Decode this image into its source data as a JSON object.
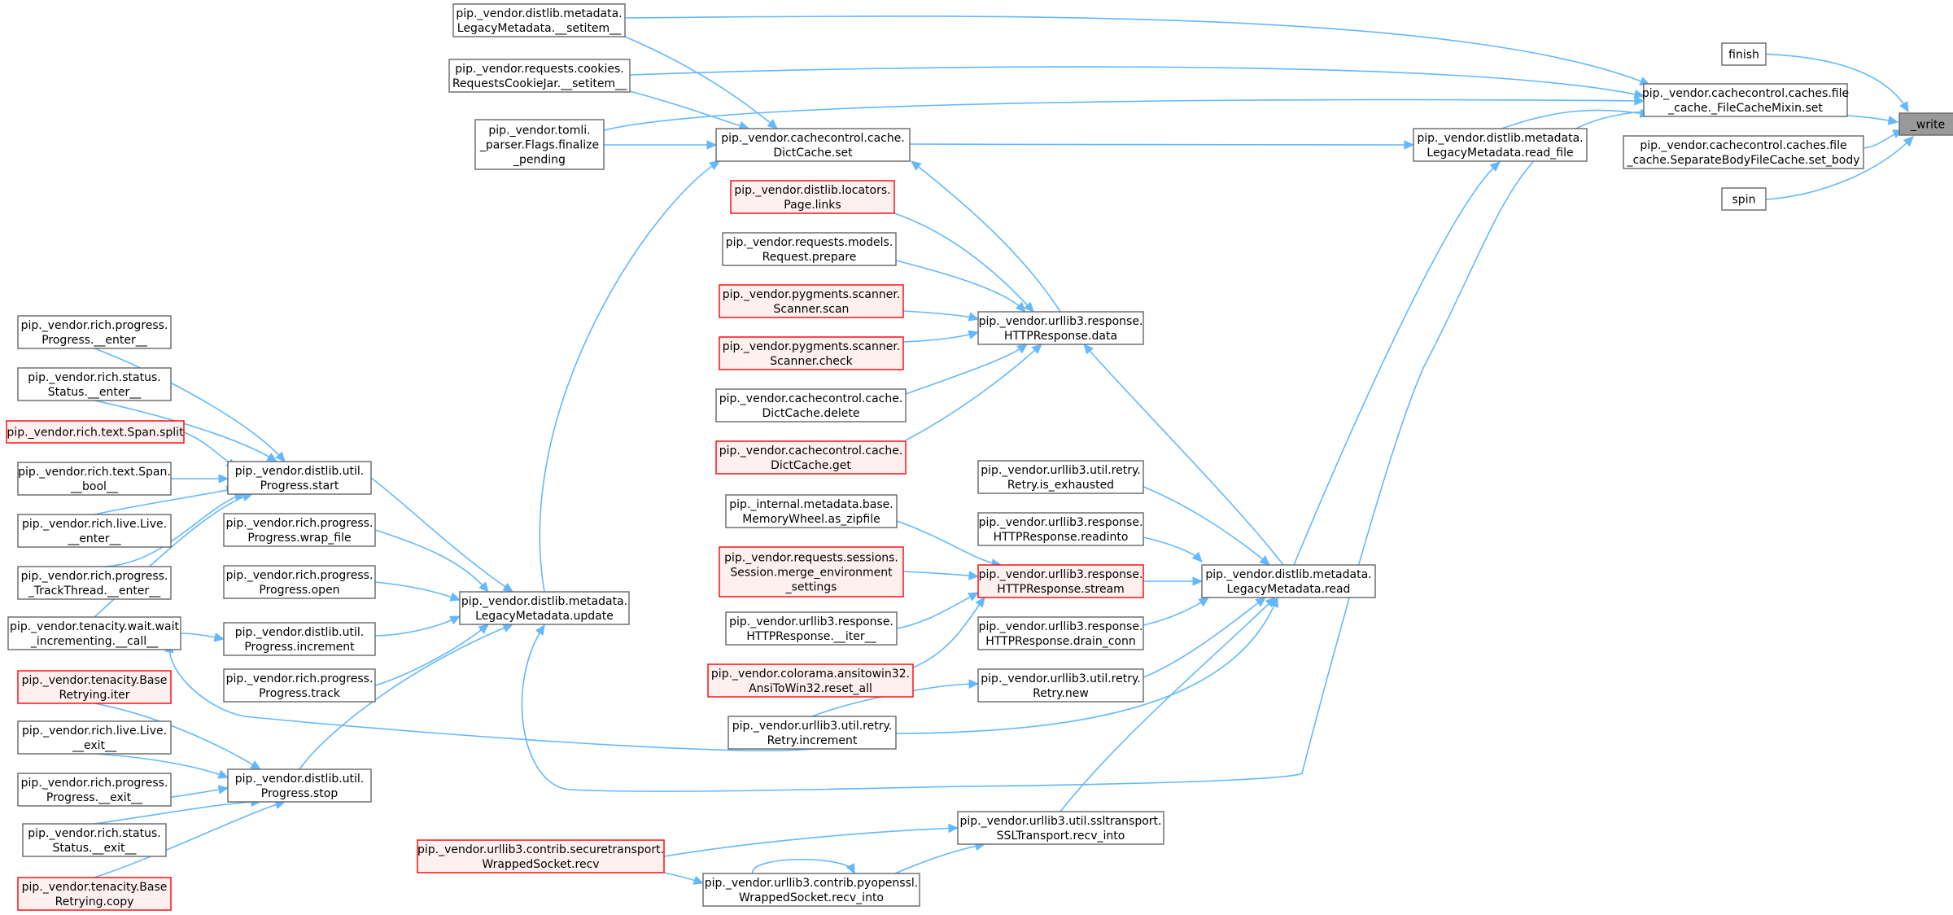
{
  "colors": {
    "edge": "#63b8ff",
    "node_border": "#666666",
    "highlight_border": "#ff0000",
    "highlight_fill": "#fff0f0",
    "target_fill": "#999999"
  },
  "nodes": [
    {
      "id": "write",
      "lines": [
        "_write"
      ],
      "style": "target"
    },
    {
      "id": "finish",
      "lines": [
        "finish"
      ]
    },
    {
      "id": "filecache_set",
      "lines": [
        "pip._vendor.cachecontrol.caches.file",
        "_cache._FileCacheMixin.set"
      ]
    },
    {
      "id": "sepbody_set_body",
      "lines": [
        "pip._vendor.cachecontrol.caches.file",
        "_cache.SeparateBodyFileCache.set_body"
      ]
    },
    {
      "id": "spin",
      "lines": [
        "spin"
      ]
    },
    {
      "id": "lm_read_file",
      "lines": [
        "pip._vendor.distlib.metadata.",
        "LegacyMetadata.read_file"
      ]
    },
    {
      "id": "lm_setitem",
      "lines": [
        "pip._vendor.distlib.metadata.",
        "LegacyMetadata.__setitem__"
      ]
    },
    {
      "id": "cookiejar_setitem",
      "lines": [
        "pip._vendor.requests.cookies.",
        "RequestsCookieJar.__setitem__"
      ]
    },
    {
      "id": "tomli_finalize",
      "lines": [
        "pip._vendor.tomli.",
        "_parser.Flags.finalize",
        "_pending"
      ]
    },
    {
      "id": "dictcache_set",
      "lines": [
        "pip._vendor.cachecontrol.cache.",
        "DictCache.set"
      ]
    },
    {
      "id": "page_links",
      "lines": [
        "pip._vendor.distlib.locators.",
        "Page.links"
      ],
      "style": "red"
    },
    {
      "id": "request_prepare",
      "lines": [
        "pip._vendor.requests.models.",
        "Request.prepare"
      ]
    },
    {
      "id": "scanner_scan",
      "lines": [
        "pip._vendor.pygments.scanner.",
        "Scanner.scan"
      ],
      "style": "red"
    },
    {
      "id": "scanner_check",
      "lines": [
        "pip._vendor.pygments.scanner.",
        "Scanner.check"
      ],
      "style": "red"
    },
    {
      "id": "dictcache_delete",
      "lines": [
        "pip._vendor.cachecontrol.cache.",
        "DictCache.delete"
      ]
    },
    {
      "id": "dictcache_get",
      "lines": [
        "pip._vendor.cachecontrol.cache.",
        "DictCache.get"
      ],
      "style": "red"
    },
    {
      "id": "httpresp_data",
      "lines": [
        "pip._vendor.urllib3.response.",
        "HTTPResponse.data"
      ]
    },
    {
      "id": "retry_exhausted",
      "lines": [
        "pip._vendor.urllib3.util.retry.",
        "Retry.is_exhausted"
      ]
    },
    {
      "id": "httpresp_readinto",
      "lines": [
        "pip._vendor.urllib3.response.",
        "HTTPResponse.readinto"
      ]
    },
    {
      "id": "httpresp_stream",
      "lines": [
        "pip._vendor.urllib3.response.",
        "HTTPResponse.stream"
      ],
      "style": "red"
    },
    {
      "id": "httpresp_drain",
      "lines": [
        "pip._vendor.urllib3.response.",
        "HTTPResponse.drain_conn"
      ]
    },
    {
      "id": "retry_new",
      "lines": [
        "pip._vendor.urllib3.util.retry.",
        "Retry.new"
      ]
    },
    {
      "id": "lm_read",
      "lines": [
        "pip._vendor.distlib.metadata.",
        "LegacyMetadata.read"
      ]
    },
    {
      "id": "memwheel_zipfile",
      "lines": [
        "pip._internal.metadata.base.",
        "MemoryWheel.as_zipfile"
      ]
    },
    {
      "id": "session_merge",
      "lines": [
        "pip._vendor.requests.sessions.",
        "Session.merge_environment",
        "_settings"
      ],
      "style": "red"
    },
    {
      "id": "httpresp_iter",
      "lines": [
        "pip._vendor.urllib3.response.",
        "HTTPResponse.__iter__"
      ]
    },
    {
      "id": "ansi_reset",
      "lines": [
        "pip._vendor.colorama.ansitowin32.",
        "AnsiToWin32.reset_all"
      ],
      "style": "red"
    },
    {
      "id": "retry_increment",
      "lines": [
        "pip._vendor.urllib3.util.retry.",
        "Retry.increment"
      ]
    },
    {
      "id": "ssl_recv_into",
      "lines": [
        "pip._vendor.urllib3.util.ssltransport.",
        "SSLTransport.recv_into"
      ]
    },
    {
      "id": "securetransport_recv",
      "lines": [
        "pip._vendor.urllib3.contrib.securetransport.",
        "WrappedSocket.recv"
      ],
      "style": "red"
    },
    {
      "id": "pyopenssl_recv_into",
      "lines": [
        "pip._vendor.urllib3.contrib.pyopenssl.",
        "WrappedSocket.recv_into"
      ]
    },
    {
      "id": "lm_update",
      "lines": [
        "pip._vendor.distlib.metadata.",
        "LegacyMetadata.update"
      ]
    },
    {
      "id": "progress_wrap",
      "lines": [
        "pip._vendor.rich.progress.",
        "Progress.wrap_file"
      ]
    },
    {
      "id": "progress_open",
      "lines": [
        "pip._vendor.rich.progress.",
        "Progress.open"
      ]
    },
    {
      "id": "dl_progress_increment",
      "lines": [
        "pip._vendor.distlib.util.",
        "Progress.increment"
      ]
    },
    {
      "id": "progress_track",
      "lines": [
        "pip._vendor.rich.progress.",
        "Progress.track"
      ]
    },
    {
      "id": "dl_progress_start",
      "lines": [
        "pip._vendor.distlib.util.",
        "Progress.start"
      ]
    },
    {
      "id": "dl_progress_stop",
      "lines": [
        "pip._vendor.distlib.util.",
        "Progress.stop"
      ]
    },
    {
      "id": "rich_progress_enter",
      "lines": [
        "pip._vendor.rich.progress.",
        "Progress.__enter__"
      ]
    },
    {
      "id": "rich_status_enter",
      "lines": [
        "pip._vendor.rich.status.",
        "Status.__enter__"
      ]
    },
    {
      "id": "span_split",
      "lines": [
        "pip._vendor.rich.text.Span.split"
      ],
      "style": "red"
    },
    {
      "id": "span_bool",
      "lines": [
        "pip._vendor.rich.text.Span.",
        "__bool__"
      ]
    },
    {
      "id": "live_enter",
      "lines": [
        "pip._vendor.rich.live.Live.",
        "__enter__"
      ]
    },
    {
      "id": "trackthread_enter",
      "lines": [
        "pip._vendor.rich.progress.",
        "_TrackThread.__enter__"
      ]
    },
    {
      "id": "tenacity_wait_call",
      "lines": [
        "pip._vendor.tenacity.wait.wait",
        "_incrementing.__call__"
      ]
    },
    {
      "id": "tenacity_iter",
      "lines": [
        "pip._vendor.tenacity.Base",
        "Retrying.iter"
      ],
      "style": "red"
    },
    {
      "id": "live_exit",
      "lines": [
        "pip._vendor.rich.live.Live.",
        "__exit__"
      ]
    },
    {
      "id": "rich_progress_exit",
      "lines": [
        "pip._vendor.rich.progress.",
        "Progress.__exit__"
      ]
    },
    {
      "id": "rich_status_exit",
      "lines": [
        "pip._vendor.rich.status.",
        "Status.__exit__"
      ]
    },
    {
      "id": "tenacity_copy",
      "lines": [
        "pip._vendor.tenacity.Base",
        "Retrying.copy"
      ],
      "style": "red"
    }
  ]
}
